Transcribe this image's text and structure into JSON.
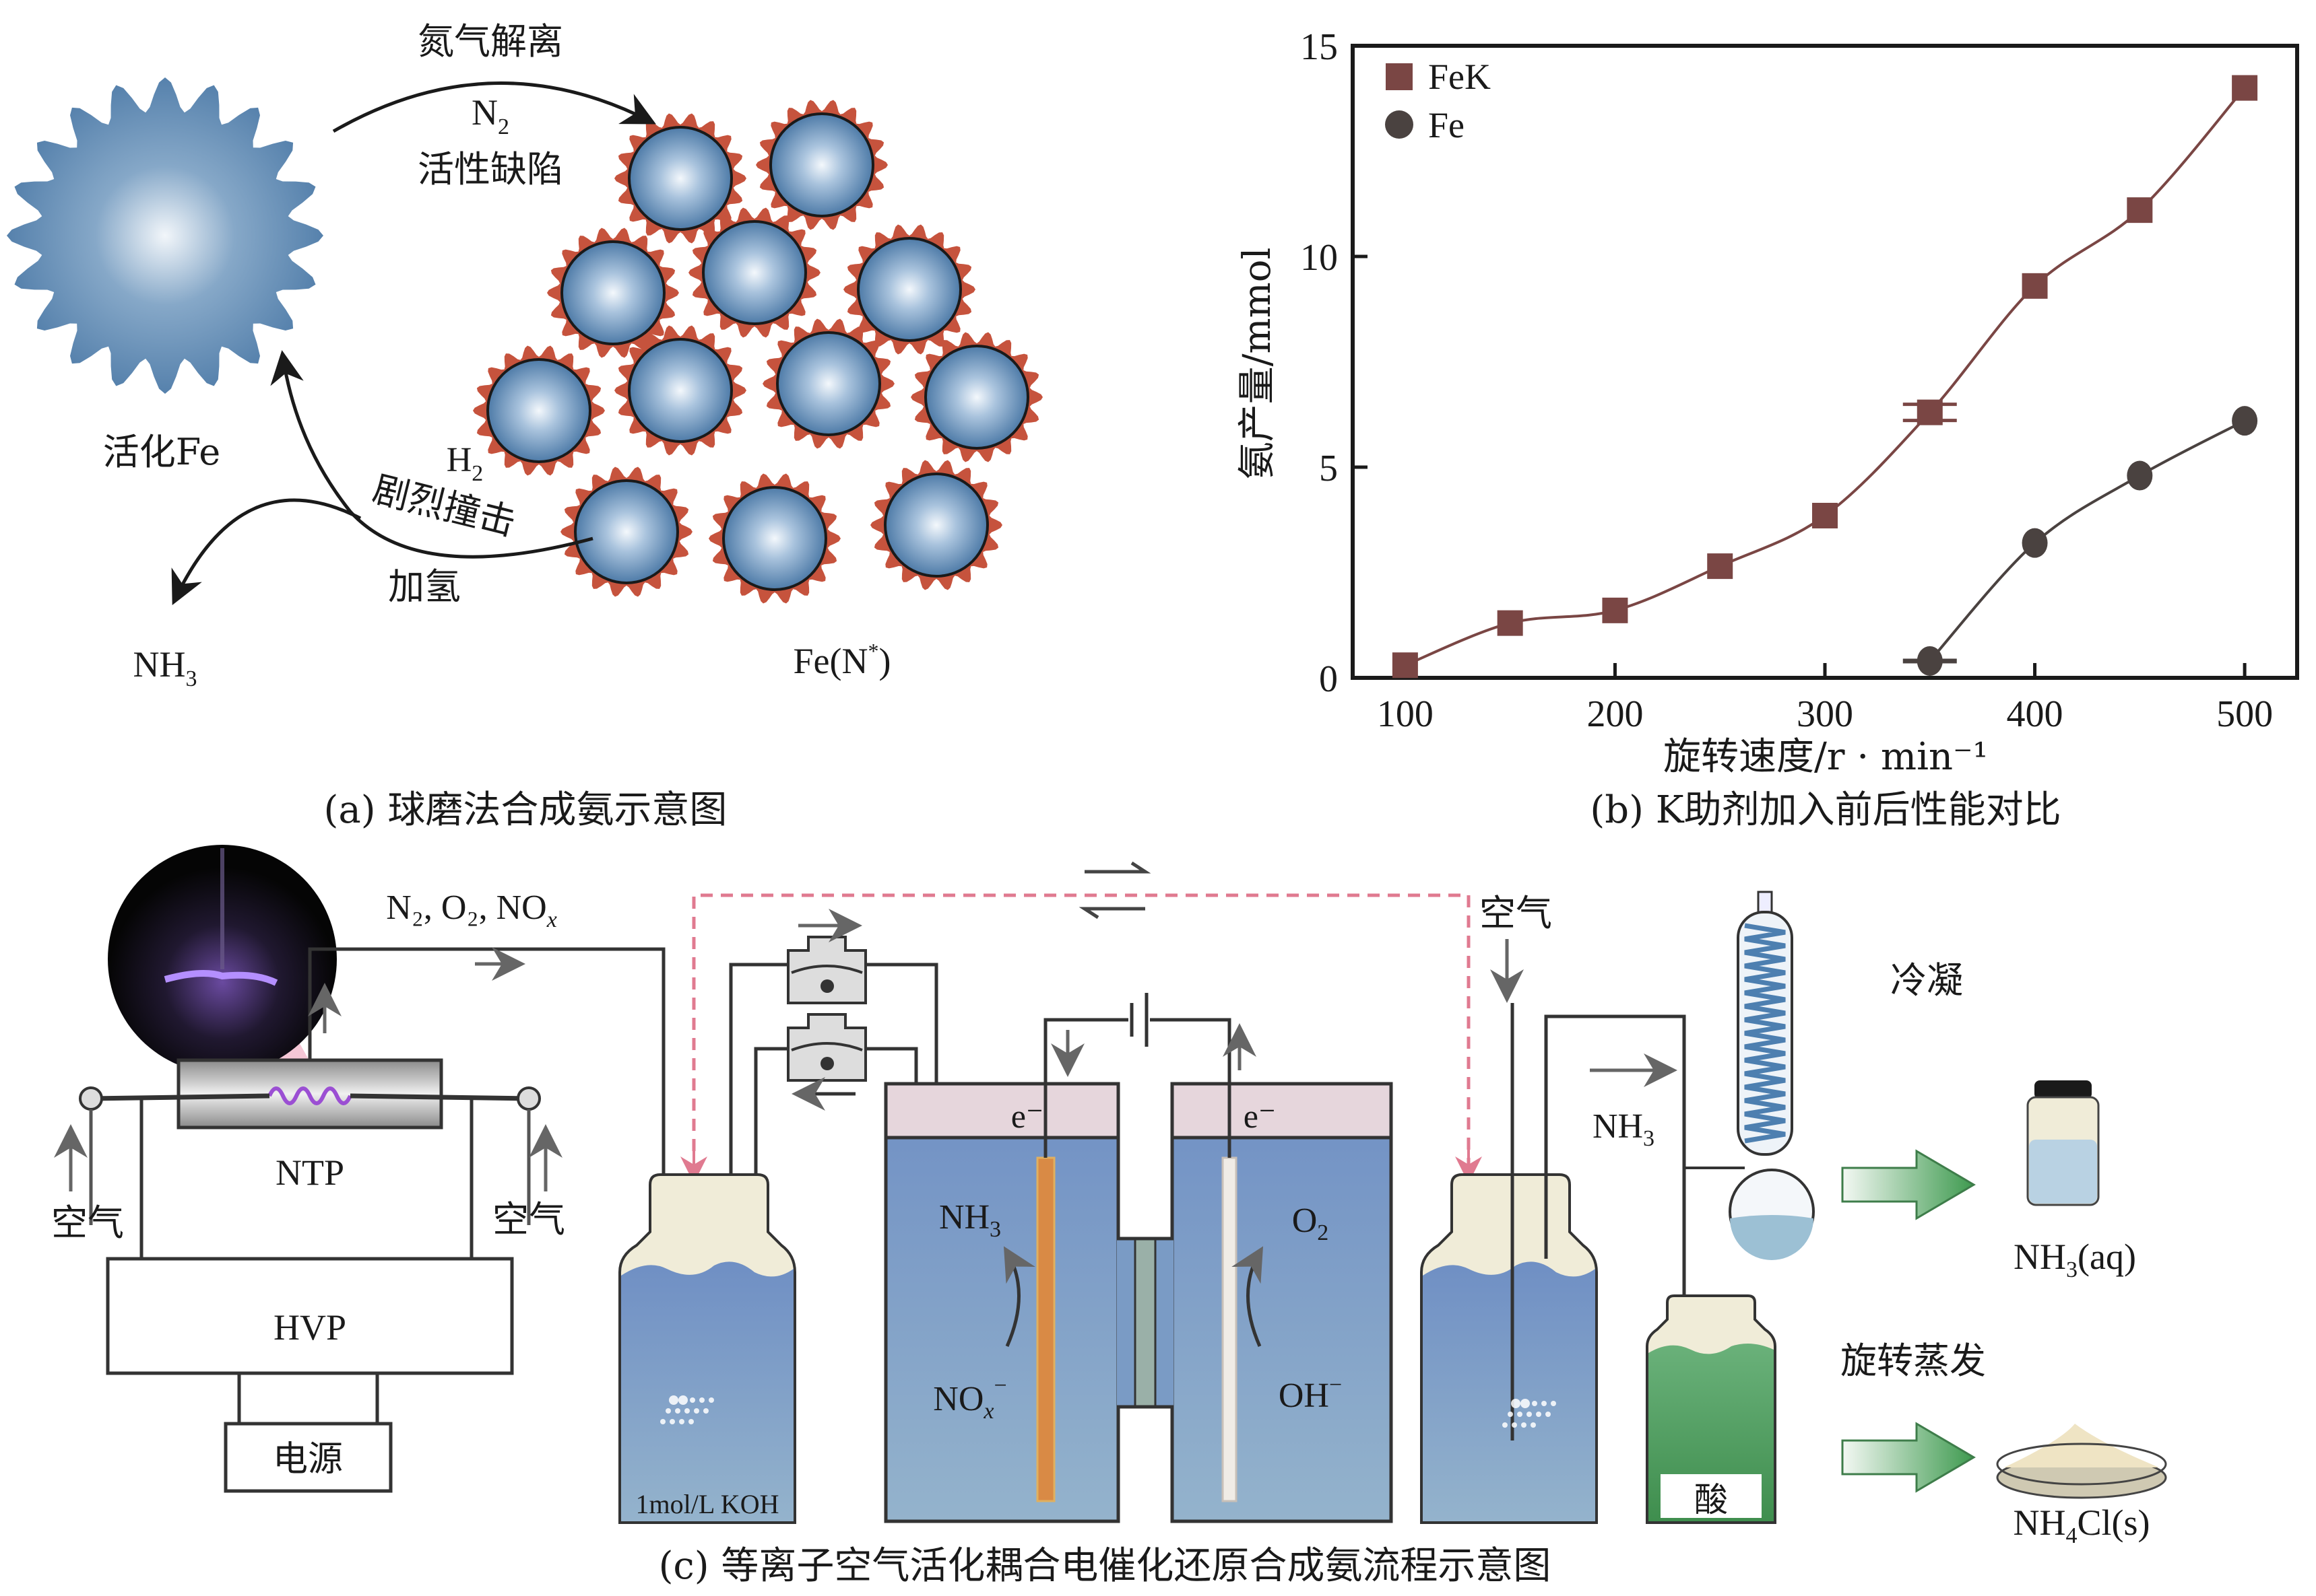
{
  "panel_a": {
    "caption": "(a) 球磨法合成氨示意图",
    "label_dissociation": "氮气解离",
    "label_n2": "N",
    "label_n2_sub": "2",
    "label_active_defect": "活性缺陷",
    "label_activated_fe": "活化Fe",
    "label_h2": "H",
    "label_h2_sub": "2",
    "label_collision": "剧烈撞击",
    "label_hydrogenation": "加氢",
    "label_nh3": "NH",
    "label_nh3_sub": "3",
    "label_fen": "Fe(N",
    "label_fen_sup": "*",
    "label_fen_close": ")",
    "colors": {
      "sphere": "#4f7fae",
      "shell": "#c6533d"
    }
  },
  "panel_b": {
    "caption": "(b) K助剂加入前后性能对比"
  },
  "chart_data": {
    "type": "line",
    "title": "",
    "xlabel": "旋转速度/r · min⁻¹",
    "ylabel": "氨产量/mmol",
    "xlim": [
      75,
      525
    ],
    "ylim": [
      0,
      15
    ],
    "xticks": [
      100,
      200,
      300,
      400,
      500
    ],
    "yticks": [
      0,
      5,
      10,
      15
    ],
    "grid": false,
    "legend_position": "top-left",
    "series": [
      {
        "name": "FeK",
        "marker": "square",
        "color": "#7a4644",
        "x": [
          100,
          150,
          200,
          250,
          300,
          350,
          400,
          450,
          500
        ],
        "y": [
          0.3,
          1.3,
          1.6,
          2.65,
          3.85,
          6.3,
          9.3,
          11.1,
          14.0
        ],
        "error_bar_at": 350
      },
      {
        "name": "Fe",
        "marker": "circle",
        "color": "#4a4240",
        "x": [
          350,
          400,
          450,
          500
        ],
        "y": [
          0.4,
          3.2,
          4.8,
          6.1
        ],
        "error_bar_at": 350
      }
    ]
  },
  "panel_c": {
    "caption": "(c) 等离子空气活化耦合电催化还原合成氨流程示意图",
    "gas_label": "N₂, O₂, NO",
    "gas_label_sub": "x",
    "ntp_label": "NTP",
    "hvp_label": "HVP",
    "power_label": "电源",
    "air_left": "空气",
    "air_right": "空气",
    "air_top": "空气",
    "koh_label": "1mol/L KOH",
    "electron_left": "e⁻",
    "electron_right": "e⁻",
    "cathode_product": "NH",
    "cathode_product_sub": "3",
    "cathode_reactant": "NO",
    "cathode_reactant_sub": "x",
    "cathode_reactant_sup": "−",
    "anode_product": "O",
    "anode_product_sub": "2",
    "anode_reactant": "OH",
    "anode_reactant_sup": "−",
    "nh3_flow": "NH",
    "nh3_flow_sub": "3",
    "acid_label": "酸",
    "condense_label": "冷凝",
    "evaporate_label": "旋转蒸发",
    "product_aq": "NH",
    "product_aq_sub": "3",
    "product_aq_tail": "(aq)",
    "product_s": "NH",
    "product_s_sub": "4",
    "product_s_tail": "Cl(s)"
  }
}
